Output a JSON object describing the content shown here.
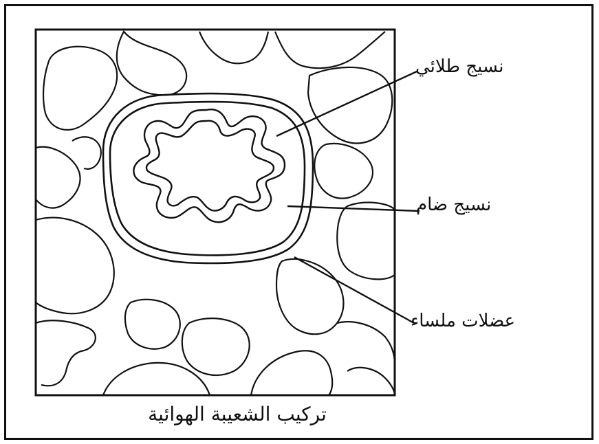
{
  "diagram": {
    "labels": {
      "epithelial": "نسيج طلائي",
      "connective": "نسيج ضام",
      "smooth_muscle": "عضلات ملساء"
    },
    "caption": "تركيب الشعيبة الهوائية"
  }
}
